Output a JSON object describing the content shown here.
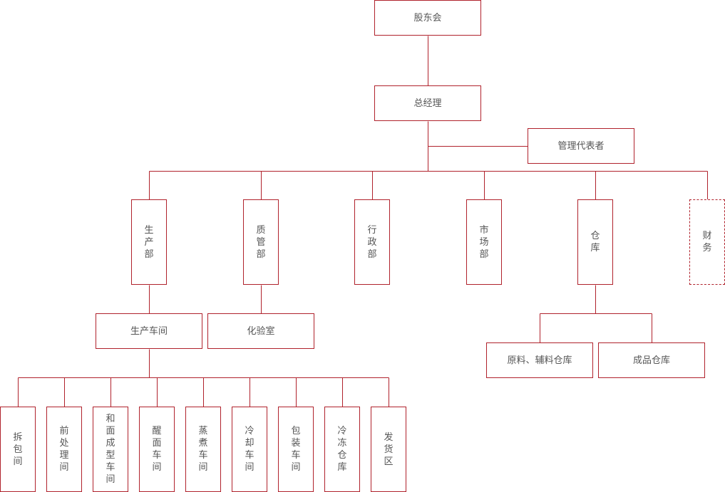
{
  "colors": {
    "line": "#b0222c",
    "text": "#555555",
    "background": "#ffffff"
  },
  "nodes": {
    "shareholders": "股东会",
    "gm": "总经理",
    "mgmt_rep": "管理代表者",
    "production": "生产部",
    "quality": "质管部",
    "admin": "行政部",
    "market": "市场部",
    "warehouse": "仓库",
    "finance": "财务",
    "workshop": "生产车间",
    "lab": "化验室",
    "raw_wh": "原料、辅料仓库",
    "product_wh": "成品仓库",
    "unpack": "拆包间",
    "preprocess": "前处理间",
    "dough": "和面成型车间",
    "proof": "醒面车间",
    "steam": "蒸煮车间",
    "cool": "冷却车间",
    "pack": "包装车间",
    "freeze": "冷冻仓库",
    "ship": "发货区"
  }
}
